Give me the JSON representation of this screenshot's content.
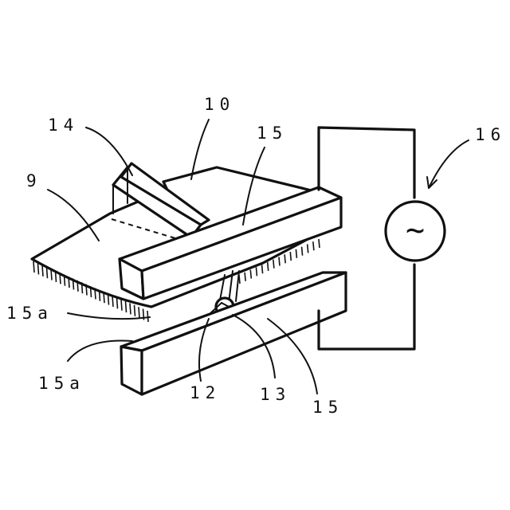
{
  "labels": {
    "ref_9": "9",
    "ref_10": "10",
    "ref_12": "12",
    "ref_13": "13",
    "ref_14": "14",
    "ref_15_top": "15",
    "ref_15_bottom": "15",
    "ref_15a_upper": "15a",
    "ref_15a_lower": "15a",
    "ref_16": "16"
  },
  "symbols": {
    "ac_source": "~"
  }
}
